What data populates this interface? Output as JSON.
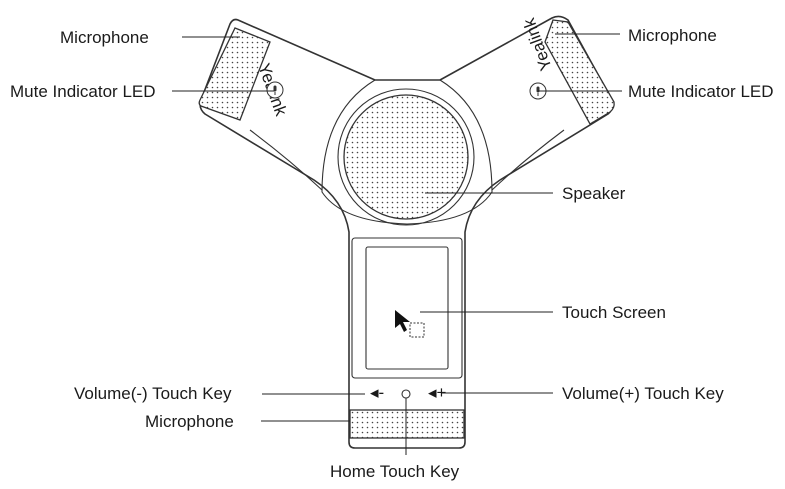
{
  "labels": {
    "microphone_left": "Microphone",
    "mute_led_left": "Mute Indicator LED",
    "microphone_right": "Microphone",
    "mute_led_right": "Mute Indicator LED",
    "speaker": "Speaker",
    "touch_screen": "Touch Screen",
    "volume_minus": "Volume(-) Touch Key",
    "volume_plus": "Volume(+) Touch Key",
    "microphone_bottom": "Microphone",
    "home_key": "Home Touch Key"
  },
  "device": {
    "brand_left": "Yealink",
    "brand_right": "Yealink",
    "vol_minus_glyph": "◂-",
    "home_glyph": "○",
    "vol_plus_glyph": "◂+"
  },
  "icons": [
    "microphone-mute-icon",
    "cursor-arrow-icon",
    "speaker-grille",
    "home-circle-icon"
  ]
}
